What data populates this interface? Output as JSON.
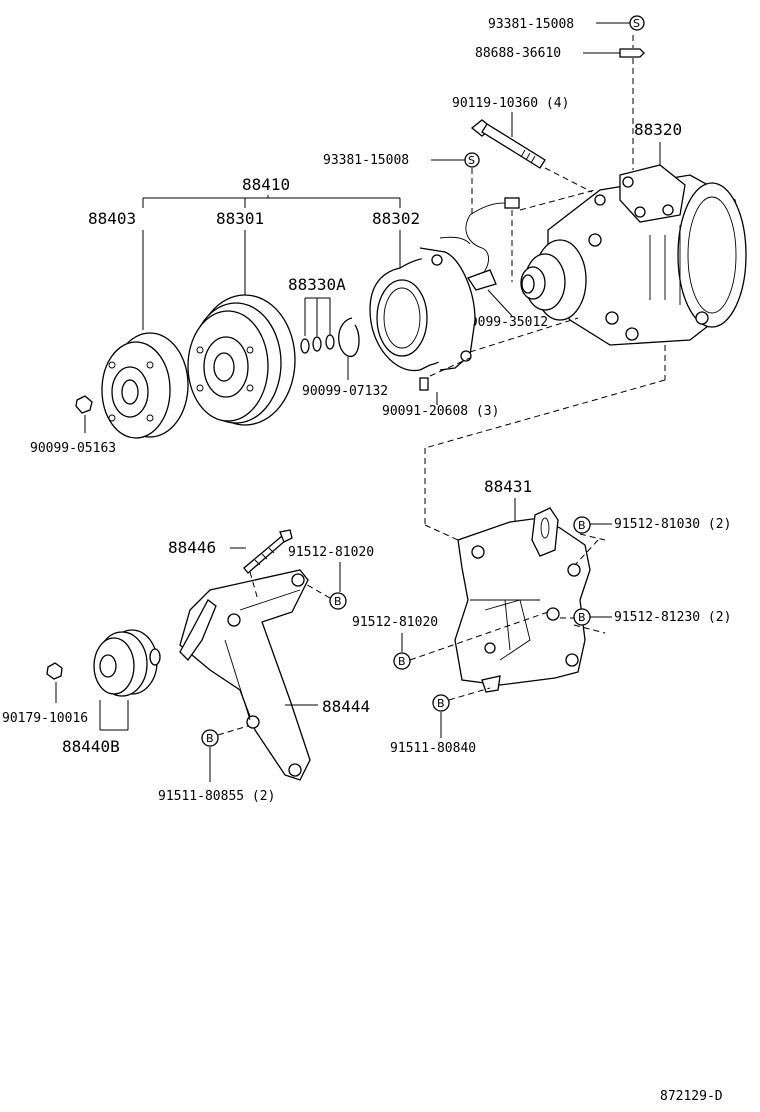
{
  "parts": {
    "p93381_top": "93381-15008",
    "p88688": "88688-36610",
    "p90119": "90119-10360 (4)",
    "p88320": "88320",
    "p93381_mid": "93381-15008",
    "p88410": "88410",
    "p88403": "88403",
    "p88301": "88301",
    "p88302": "88302",
    "p88330a": "88330A",
    "p90099_35012": "90099-35012",
    "p90099_07132": "90099-07132",
    "p90091": "90091-20608 (3)",
    "p90099_05163": "90099-05163",
    "p88431": "88431",
    "p91512_81030": "91512-81030 (2)",
    "p88446": "88446",
    "p91512_81020_a": "91512-81020",
    "p91512_81020_b": "91512-81020",
    "p91512_81230": "91512-81230 (2)",
    "p88444": "88444",
    "p90179": "90179-10016",
    "p88440b": "88440B",
    "p91511_80855": "91511-80855 (2)",
    "p91511_80840": "91511-80840"
  },
  "symbols": {
    "s": "S",
    "b": "B"
  },
  "diagram_id": "872129-D"
}
